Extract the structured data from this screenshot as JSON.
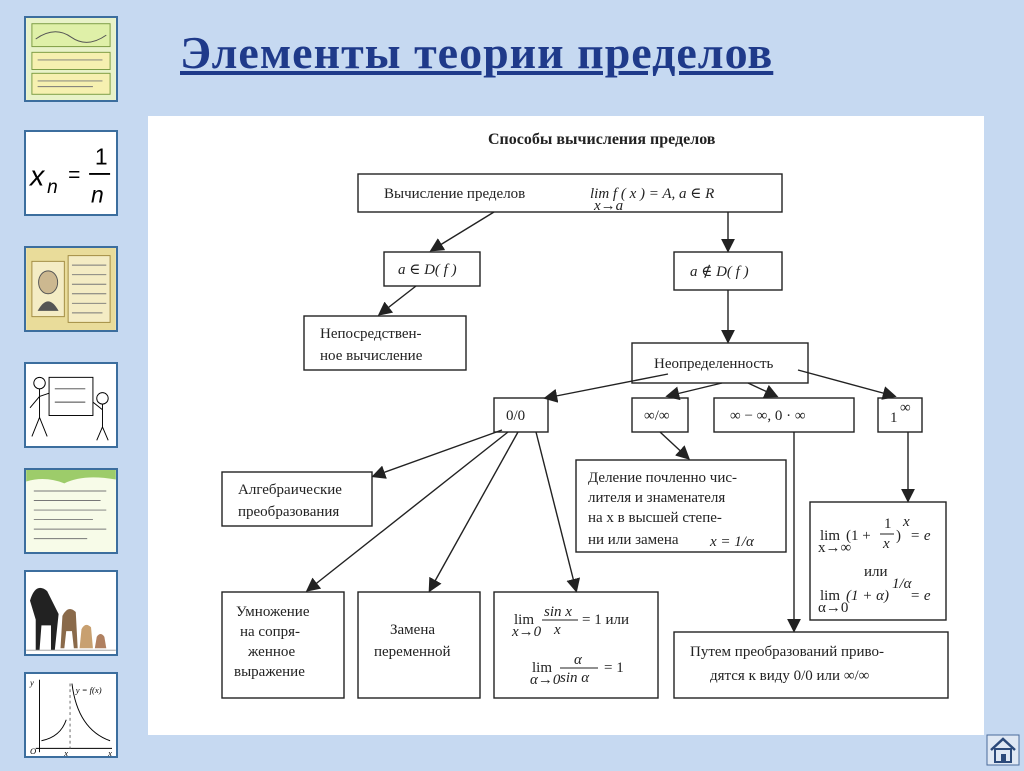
{
  "title": "Элементы теории пределов",
  "sidebar": {
    "thumb2_formula_x": "x",
    "thumb2_formula_n": "n",
    "thumb2_formula_num": "1",
    "thumb2_formula_den": "n",
    "thumb7_label_y": "y",
    "thumb7_label_fx": "y = f(x)",
    "thumb7_label_o": "O",
    "thumb7_label_x0": "x",
    "thumb7_label_x": "x"
  },
  "diagram": {
    "heading": "Способы вычисления пределов",
    "root_text": "Вычисление пределов",
    "root_formula": "lim f ( x ) = A,   a ∈ R",
    "root_sub": "x→a",
    "in_domain": "a ∈ D( f )",
    "not_in_domain": "a ∉ D( f )",
    "direct_1": "Непосредствен-",
    "direct_2": "ное вычисление",
    "uncertainty": "Неопределенность",
    "u_00": "0/0",
    "u_inf": "∞/∞",
    "u_diff": "∞ − ∞,   0 · ∞",
    "u_one": "1",
    "u_one_sup": "∞",
    "alg_1": "Алгебраические",
    "alg_2": "преобразования",
    "div_1": "Деление почленно чис-",
    "div_2": "лителя и знаменателя",
    "div_3": "на  x  в высшей степе-",
    "div_4": "ни или замена",
    "div_formula": "x = 1/α",
    "mult_1": "Умножение",
    "mult_2": "на сопря-",
    "mult_3": "женное",
    "mult_4": "выражение",
    "sub_1": "Замена",
    "sub_2": "переменной",
    "lim_sin1": "lim",
    "lim_sin1_sub": "x→0",
    "lim_sin1_num": "sin x",
    "lim_sin1_den": "x",
    "lim_sin1_tail": "= 1  или",
    "lim_sin2": "lim",
    "lim_sin2_sub": "α→0",
    "lim_sin2_num": "α",
    "lim_sin2_den": "sin α",
    "lim_sin2_tail": "= 1",
    "e_lim1": "lim",
    "e_lim1_sub": "x→∞",
    "e_lim1_open": "(1 +",
    "e_lim1_num": "1",
    "e_lim1_den": "x",
    "e_lim1_close": ")",
    "e_lim1_sup": "x",
    "e_lim1_tail": "= e",
    "e_or": "или",
    "e_lim2": "lim",
    "e_lim2_sub": "α→0",
    "e_lim2_body": "(1 + α)",
    "e_lim2_sup": "1/α",
    "e_lim2_tail": "= e",
    "transform_1": "Путем преобразований приво-",
    "transform_2": "дятся к виду  0/0  или  ∞/∞"
  },
  "colors": {
    "background": "#c6d9f1",
    "title": "#1f3a8a",
    "thumb_border": "#3c6e9e"
  },
  "icons": {
    "home": "home-icon"
  }
}
